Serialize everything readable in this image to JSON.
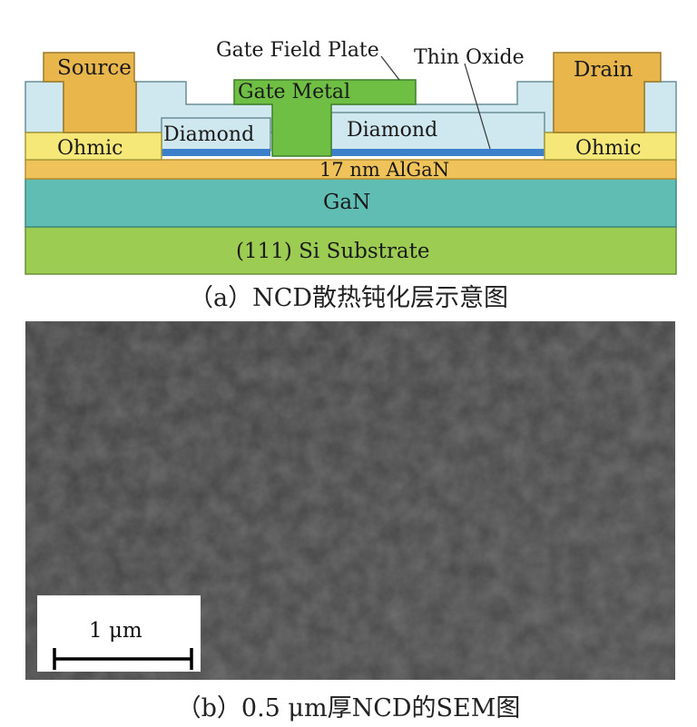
{
  "diagram": {
    "labels": {
      "source": "Source",
      "drain": "Drain",
      "gate_field_plate": "Gate Field Plate",
      "thin_oxide": "Thin Oxide",
      "gate_metal": "Gate Metal",
      "diamond_left": "Diamond",
      "diamond_right": "Diamond",
      "ohmic_left": "Ohmic",
      "ohmic_right": "Ohmic",
      "algan": "17 nm AlGaN",
      "gan": "GaN",
      "substrate": "(111) Si Substrate"
    },
    "colors": {
      "metal_orange": "#e8b64a",
      "ohmic_yellow": "#f5e879",
      "passivation": "#cfe7ef",
      "gate_green": "#6fbf45",
      "oxide_blue": "#3c7fcb",
      "algan_orange": "#f0c25a",
      "gan_teal": "#5fbdb3",
      "substrate_green": "#9ccc52"
    }
  },
  "captions": {
    "a": "（a）NCD散热钝化层示意图",
    "b": "（b）0.5 μm厚NCD的SEM图"
  },
  "sem": {
    "scale_bar_label": "1 μm"
  }
}
